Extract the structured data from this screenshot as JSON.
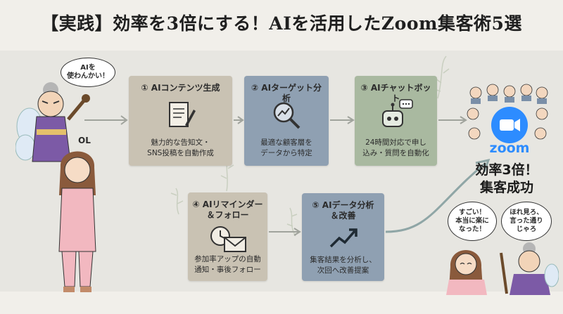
{
  "title": "【実践】効率を3倍にする！AIを活用したZoom集客術5選",
  "steps": [
    {
      "title": "① AIコンテンツ生成",
      "desc1": "魅力的な告知文・",
      "desc2": "SNS投稿を自動作成",
      "icon": "document-pen-icon"
    },
    {
      "title": "② AIターゲット分析",
      "desc1": "最適な顧客層を",
      "desc2": "データから特定",
      "icon": "magnifier-chart-icon"
    },
    {
      "title": "③ AIチャットボット",
      "desc1": "24時間対応で申し",
      "desc2": "込み・質問を自動化",
      "icon": "chatbot-icon"
    },
    {
      "title1": "④ AIリマインダー",
      "title2": "＆フォロー",
      "desc1": "参加率アップの自動",
      "desc2": "通知・事後フォロー",
      "icon": "clock-envelope-icon"
    },
    {
      "title1": "⑤ AIデータ分析",
      "title2": "＆改善",
      "desc1": "集客結果を分析し、",
      "desc2": "次回へ改善提案",
      "icon": "trend-arrow-icon"
    }
  ],
  "speech": {
    "fairy_left": [
      "AIを",
      "使わんかい！"
    ],
    "ol_label": "OL",
    "woman_happy": [
      "すごい！",
      "本当に楽に",
      "なった！"
    ],
    "fairy_right": [
      "ほれ見ろ、",
      "言った通り",
      "じゃろ"
    ]
  },
  "result": {
    "line1": "効率3倍！",
    "line2": "集客成功"
  },
  "zoom_logo": "zoom",
  "colors": {
    "beige": "#c9c2b3",
    "blue": "#8fa0b2",
    "green": "#a9b9a0",
    "zoom": "#2d8cff",
    "kimono": "#7c5aa6",
    "pajama": "#f2b8c0"
  }
}
